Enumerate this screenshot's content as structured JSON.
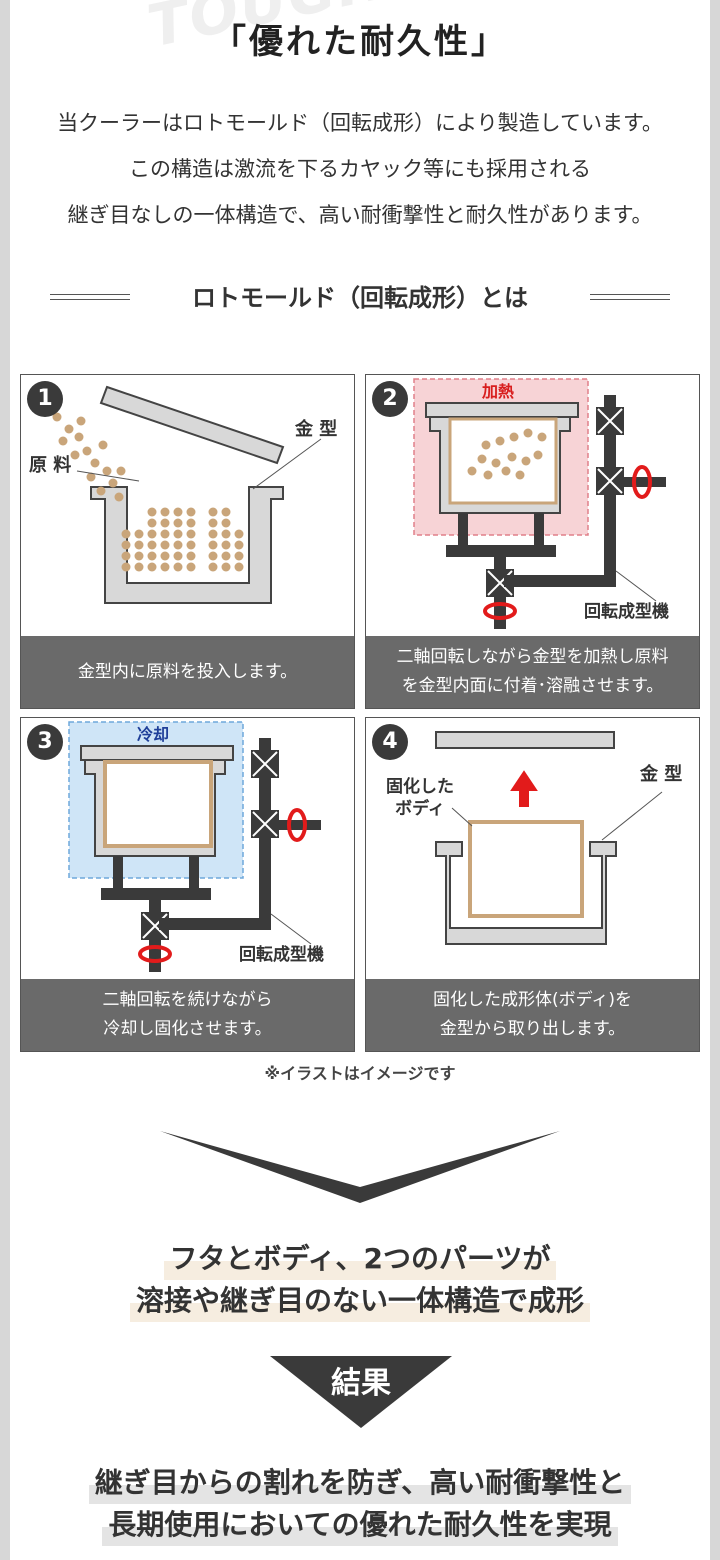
{
  "watermark": "TOUGHNESS",
  "title": "「優れた耐久性」",
  "intro_lines": [
    "当クーラーはロトモールド（回転成形）により製造しています。",
    "この構造は激流を下るカヤック等にも採用される",
    "継ぎ目なしの一体構造で、高い耐衝撃性と耐久性があります。"
  ],
  "section_heading": "ロトモールド（回転成形）とは",
  "steps": [
    {
      "num": "1",
      "caption": "金型内に原料を投入します。",
      "labels": {
        "mold": "金 型",
        "material": "原 料"
      }
    },
    {
      "num": "2",
      "caption": "二軸回転しながら金型を加熱し原料\nを金型内面に付着･溶融させます。",
      "labels": {
        "heat": "加熱",
        "machine": "回転成型機"
      }
    },
    {
      "num": "3",
      "caption": "二軸回転を続けながら\n冷却し固化させます。",
      "labels": {
        "cool": "冷却",
        "machine": "回転成型機"
      }
    },
    {
      "num": "4",
      "caption": "固化した成形体(ボディ)を\n金型から取り出します。",
      "labels": {
        "body": "固化した\nボディ",
        "mold": "金 型"
      }
    }
  ],
  "note": "※イラストはイメージです",
  "lead_lines": [
    "フタとボディ、2つのパーツが",
    "溶接や継ぎ目のない一体構造で成形"
  ],
  "result_label": "結果",
  "final_lines": [
    "継ぎ目からの割れを防ぎ、高い耐衝撃性と",
    "長期使用においての優れた耐久性を実現"
  ],
  "colors": {
    "heat_fill": "#f7d3d6",
    "cool_fill": "#cfe5f7",
    "material": "#c9a57a",
    "body_outline": "#c9a57a",
    "arrow_red": "#e21b1b",
    "dark_gray": "#3a3a3a"
  }
}
